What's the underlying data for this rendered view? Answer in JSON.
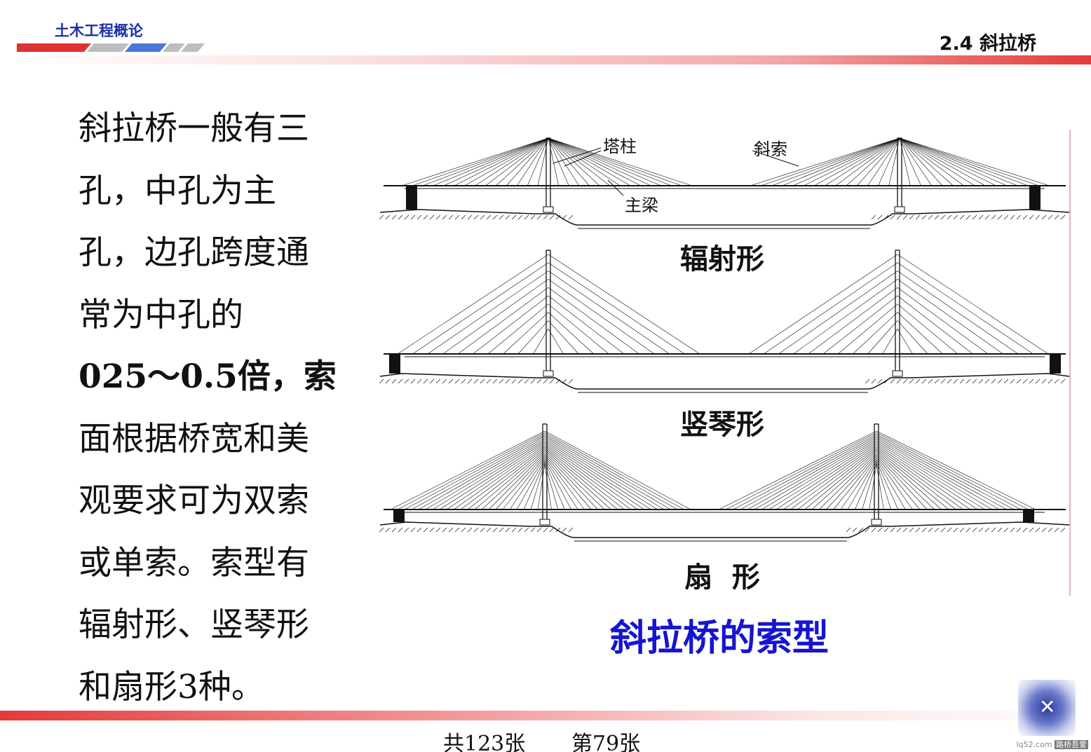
{
  "header": {
    "course_title": "土木工程概论",
    "section_title": "2.4  斜拉桥",
    "bar_colors": [
      "#e03030",
      "#bdbdbd",
      "#4a78d8",
      "#bdbdbd",
      "#bdbdbd"
    ]
  },
  "body": {
    "lines": [
      "斜拉桥一般有三",
      "孔，中孔为主",
      "孔，边孔跨度通",
      "常为中孔的",
      "025～0.5倍，索",
      "面根据桥宽和美",
      "观要求可为双索",
      "或单索。索型有",
      "辐射形、竖琴形",
      "和扇形3种。"
    ]
  },
  "diagram": {
    "labels": {
      "pylon": "塔柱",
      "cable": "斜索",
      "girder": "主梁"
    },
    "types": [
      {
        "name": "辐射形",
        "pattern": "radial"
      },
      {
        "name": "竖琴形",
        "pattern": "harp"
      },
      {
        "name": "扇  形",
        "pattern": "fan"
      }
    ],
    "caption": "斜拉桥的索型"
  },
  "footer": {
    "total": "共123张",
    "current": "第79张",
    "nav_icon": "close-x-icon",
    "watermark_site": "lq52.com",
    "watermark_brand": "路桥吾爱"
  }
}
